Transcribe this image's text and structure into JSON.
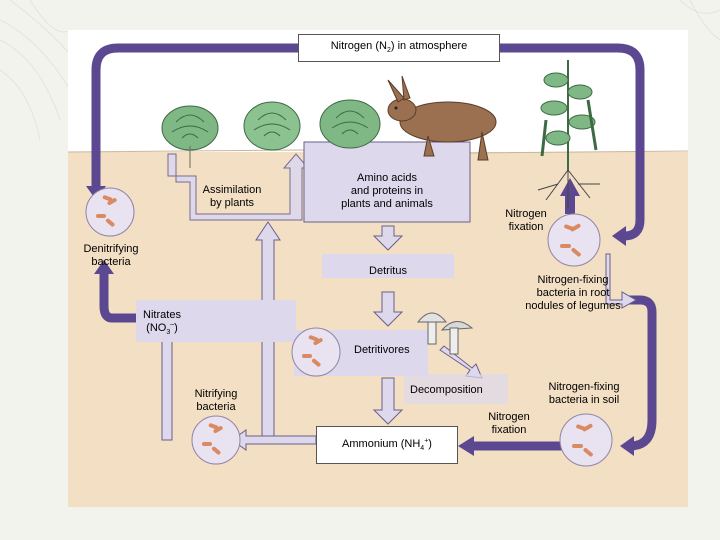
{
  "labels": {
    "atmosphere": {
      "pre": "Nitrogen (N",
      "sub": "2",
      "post": ") in atmosphere"
    },
    "assimilation": [
      "Assimilation",
      "by plants"
    ],
    "amino_acids": [
      "Amino acids",
      "and proteins in",
      "plants and animals"
    ],
    "nitrogen_fixation_top": [
      "Nitrogen",
      "fixation"
    ],
    "denitrifying": [
      "Denitrifying",
      "bacteria"
    ],
    "detritus": "Detritus",
    "root_nodules": [
      "Nitrogen-fixing",
      "bacteria in root",
      "nodules of legumes"
    ],
    "nitrates": {
      "line1": "Nitrates",
      "pre": "(NO",
      "sub": "3",
      "sup": "–",
      "post": ")"
    },
    "detritivores": "Detritivores",
    "nitrifying": [
      "Nitrifying",
      "bacteria"
    ],
    "decomposition": "Decomposition",
    "soil_bacteria": [
      "Nitrogen-fixing",
      "bacteria in soil"
    ],
    "nitrogen_fixation_bottom": [
      "Nitrogen",
      "fixation"
    ],
    "ammonium": {
      "pre": "Ammonium (NH",
      "sub": "4",
      "sup": "+",
      "post": ")"
    }
  },
  "colors": {
    "arrow_purple": "#5b4890",
    "arrow_light": "#ddd8ec",
    "arrow_outline": "#6a5f8a",
    "soil": "#f2dfc4",
    "sky": "#ffffff",
    "bacteria_disc": "#e9e2f0",
    "bacteria_rod": "#d98a63",
    "cabbage": "#7fb884",
    "rabbit": "#9a7050",
    "mushroom": "#e2e2e2"
  },
  "icons": [
    "cabbage-icon",
    "rabbit-icon",
    "legume-plant-icon",
    "mushroom-icon",
    "bacteria-icon"
  ]
}
